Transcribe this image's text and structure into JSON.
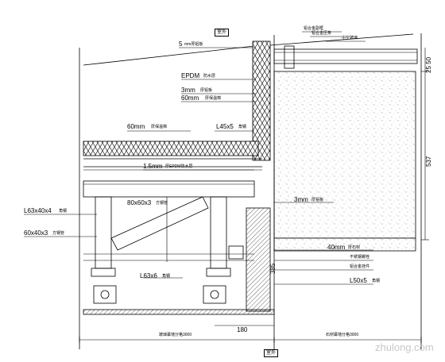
{
  "labels": {
    "top_tag": "室外",
    "bottom_tag": "室外",
    "l_5mm": "5",
    "l_5mm_sub": "mm厚铝板",
    "top_r1": "铝合金副框",
    "top_r2": "铝合金压条",
    "top_r3": "中空玻璃",
    "epdm_top": "EPDM",
    "epdm_top_sub": "防水层",
    "mm3": "3mm",
    "mm3_sub": "厚铝板",
    "mm60": "60mm",
    "mm60_sub": "厚保温棉",
    "mm60b": "60mm",
    "mm60b_sub": "厚保温棉",
    "l45": "L45x5",
    "l45_sub": "角钢",
    "mm15": "1.5mm",
    "mm15_sub": "厚EPDM防水层",
    "l63a": "L63x40x4",
    "l63a_sub": "角钢",
    "s80": "80x60x3",
    "s80_sub": "方钢管",
    "s60": "60x40x3",
    "s60_sub": "方钢管",
    "mm3b": "3mm",
    "mm3b_sub": "厚铝板",
    "mm40": "40mm",
    "mm40_sub": "厚石材",
    "note1": "不锈钢螺栓",
    "note2": "铝合金挂件",
    "l50": "L50x5",
    "l50_sub": "角钢",
    "l63b": "L63x6",
    "l63b_sub": "角钢",
    "dim180": "180",
    "dim385": "385",
    "dim537": "537",
    "dim2550": "25 50",
    "bottom_left": "玻璃幕墙分格3000",
    "bottom_right": "石材幕墙分格3000"
  },
  "watermark": {
    "text": "zhulong.com"
  }
}
